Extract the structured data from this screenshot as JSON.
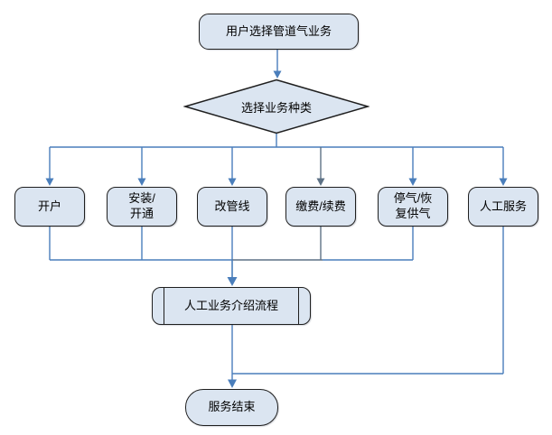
{
  "diagram": {
    "type": "flowchart",
    "background": "#ffffff",
    "colors": {
      "node_fill": "#dbe5f1",
      "node_border": "#1f1f1f",
      "connector_blue": "#4a7ebb",
      "connector_gray": "#5d7185",
      "text": "#000000"
    },
    "nodes": {
      "start": {
        "shape": "terminator",
        "label": "用户选择管道气业务"
      },
      "decision": {
        "shape": "diamond",
        "label": "选择业务种类"
      },
      "branches": [
        {
          "shape": "rounded-rect",
          "lines": [
            "开户"
          ]
        },
        {
          "shape": "rounded-rect",
          "lines": [
            "安装/",
            "开通"
          ]
        },
        {
          "shape": "rounded-rect",
          "lines": [
            "改管线"
          ]
        },
        {
          "shape": "rounded-rect",
          "lines": [
            "缴费/续费"
          ]
        },
        {
          "shape": "rounded-rect",
          "lines": [
            "停气/恢",
            "复供气"
          ]
        },
        {
          "shape": "rounded-rect",
          "lines": [
            "人工服务"
          ]
        }
      ],
      "process": {
        "shape": "predefined-process",
        "label": "人工业务介绍流程"
      },
      "end": {
        "shape": "terminator",
        "label": "服务结束"
      }
    },
    "edges": [
      {
        "from": "用户选择管道气业务",
        "to": "选择业务种类"
      },
      {
        "from": "选择业务种类",
        "to": "开户"
      },
      {
        "from": "选择业务种类",
        "to": "安装/开通"
      },
      {
        "from": "选择业务种类",
        "to": "改管线"
      },
      {
        "from": "选择业务种类",
        "to": "缴费/续费"
      },
      {
        "from": "选择业务种类",
        "to": "停气/恢复供气"
      },
      {
        "from": "选择业务种类",
        "to": "人工服务"
      },
      {
        "from": "开户",
        "to": "人工业务介绍流程"
      },
      {
        "from": "安装/开通",
        "to": "人工业务介绍流程"
      },
      {
        "from": "改管线",
        "to": "人工业务介绍流程"
      },
      {
        "from": "缴费/续费",
        "to": "人工业务介绍流程"
      },
      {
        "from": "停气/恢复供气",
        "to": "人工业务介绍流程"
      },
      {
        "from": "人工业务介绍流程",
        "to": "服务结束"
      },
      {
        "from": "人工服务",
        "to": "服务结束"
      }
    ]
  }
}
